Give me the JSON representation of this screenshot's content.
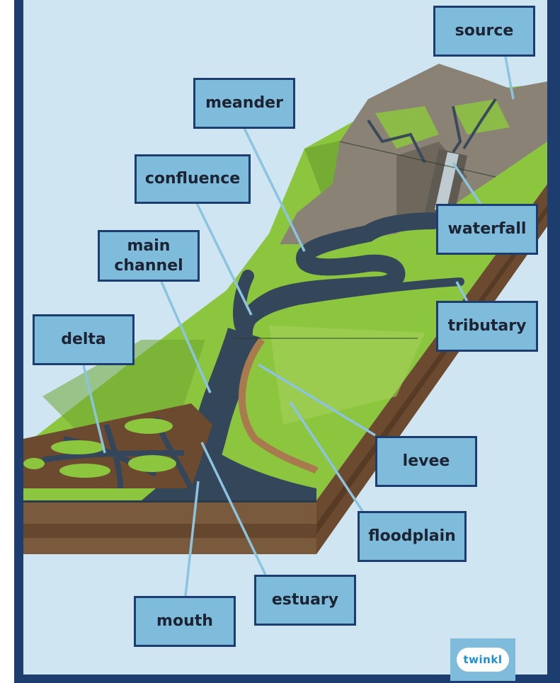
{
  "labels": {
    "source": "source",
    "meander": "meander",
    "confluence": "confluence",
    "main_channel": "main\nchannel",
    "waterfall": "waterfall",
    "tributary": "tributary",
    "delta": "delta",
    "levee": "levee",
    "floodplain": "floodplain",
    "estuary": "estuary",
    "mouth": "mouth"
  },
  "logo": {
    "text": "twinkl"
  },
  "colors": {
    "frame": "#1c3d6e",
    "background": "#cfe6f2",
    "label_fill": "#7fbcdb",
    "grass": "#8cc63f",
    "grass_dark": "#5f9a2a",
    "water": "#34475a",
    "rock": "#8a8275",
    "soil": "#7a5233",
    "leader_line": "#8cc4e0"
  }
}
